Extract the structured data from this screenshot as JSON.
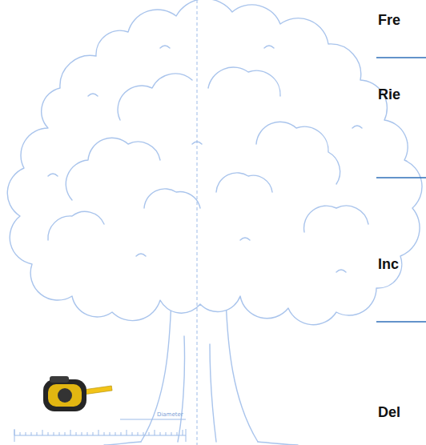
{
  "diagram": {
    "labels": [
      "Fre",
      "Rie",
      "Inc",
      "Del",
      "Diameter"
    ]
  }
}
